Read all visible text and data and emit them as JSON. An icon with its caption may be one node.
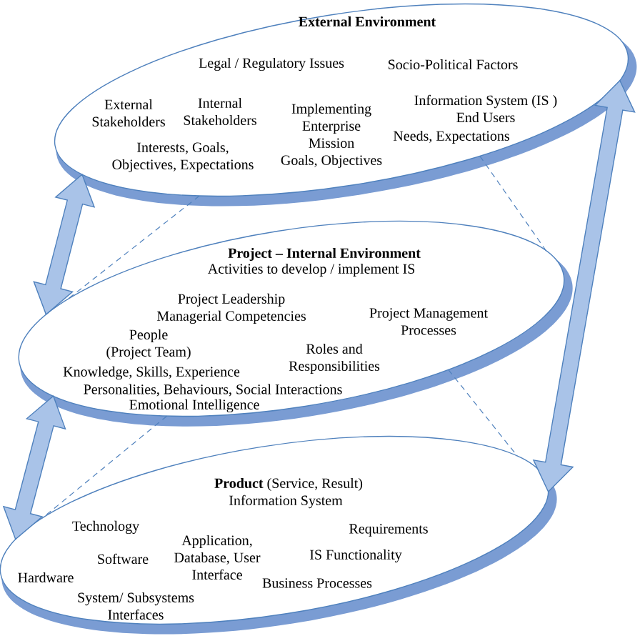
{
  "diagram": {
    "nodes": [
      {
        "text": [
          "External Environment",
          "Legal / Regulatory Issues",
          "Socio-Political Factors",
          "External Stakeholders",
          "Internal Stakeholders",
          "Implementing Enterprise Mission Goals, Objectives",
          "Information System (IS ) End Users",
          "Needs, Expectations",
          "Interests, Goals, Objectives, Expectations"
        ]
      },
      {
        "text": [
          "Project – Internal Environment",
          "Activities to develop / implement IS",
          "Project Leadership Managerial Competencies",
          "Project Management Processes",
          "People (Project Team)",
          "Roles and Responsibilities",
          "Knowledge, Skills, Experience",
          "Personalities, Behaviours, Social Interactions",
          "Emotional Intelligence"
        ]
      },
      {
        "text": [
          "**Product** (Service, Result)",
          "Information System",
          "Technology",
          "Requirements",
          "Software",
          "Application, Database, User Interface",
          "IS Functionality",
          "Hardware",
          "Business Processes",
          "System/ Subsystems Interfaces"
        ]
      }
    ],
    "edges": [
      {
        "from": 0,
        "to": 1,
        "arrow": "both"
      },
      {
        "from": 1,
        "to": 2,
        "arrow": "both"
      },
      {
        "from": 0,
        "to": 2,
        "arrow": "both"
      },
      {
        "from": 0,
        "to": 1,
        "arrow": "none",
        "style": "dashed"
      },
      {
        "from": 0,
        "to": 1,
        "arrow": "none",
        "style": "dashed"
      },
      {
        "from": 1,
        "to": 2,
        "arrow": "none",
        "style": "dashed"
      },
      {
        "from": 1,
        "to": 2,
        "arrow": "none",
        "style": "dashed"
      }
    ]
  }
}
